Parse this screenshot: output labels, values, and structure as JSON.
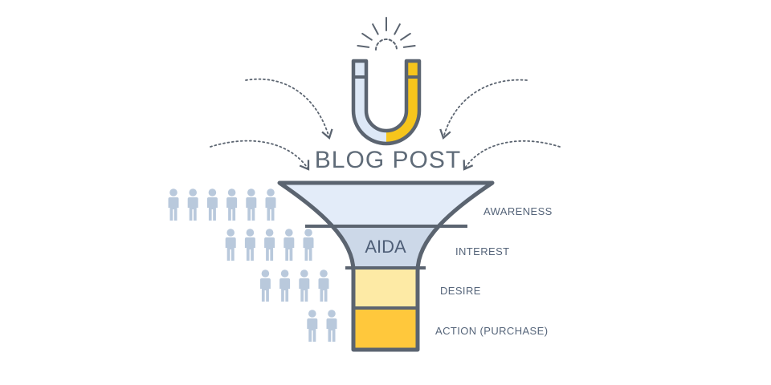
{
  "diagram": {
    "headline": "BLOG POST",
    "center_label": "AIDA",
    "stages": [
      {
        "label": "AWARENESS",
        "fill": "#e3ecf9",
        "people": 6
      },
      {
        "label": "INTEREST",
        "fill": "#ccd8e8",
        "people": 5
      },
      {
        "label": "DESIRE",
        "fill": "#fdeaa5",
        "people": 4
      },
      {
        "label": "ACTION (PURCHASE)",
        "fill": "#ffc83c",
        "people": 2
      }
    ],
    "colors": {
      "outline": "#5b6470",
      "person": "#b9c9dc",
      "magnet_left": "#dde8f6",
      "magnet_right": "#f6c51c",
      "arrow": "#5b6470"
    },
    "icons": [
      "magnet-icon",
      "person-icon",
      "dotted-arrow"
    ]
  }
}
